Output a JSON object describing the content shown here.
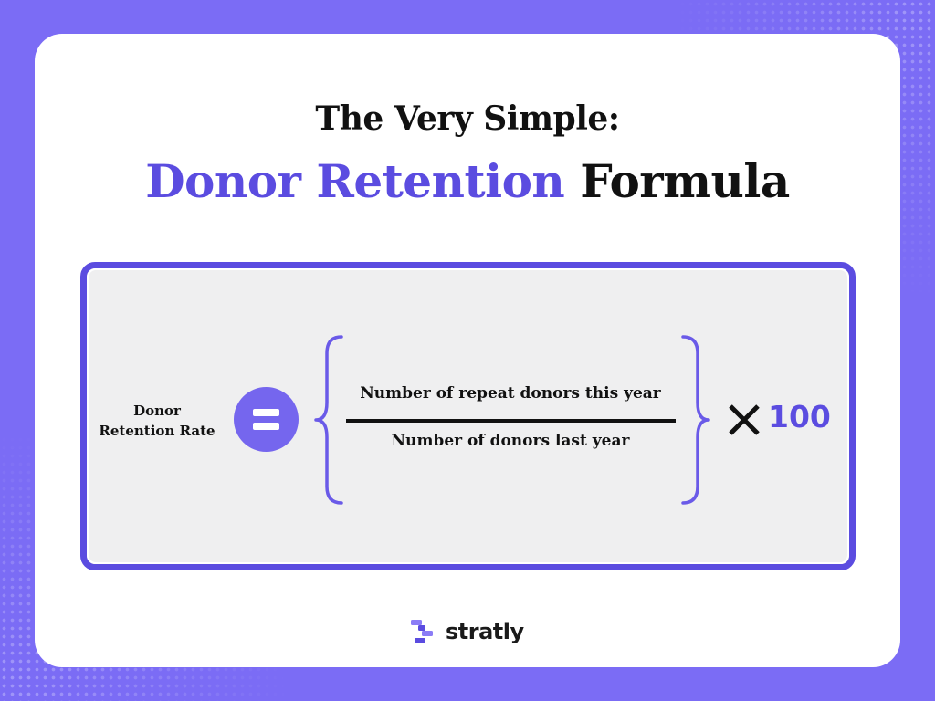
{
  "header": {
    "subtitle": "The Very Simple:",
    "title_accent": "Donor Retention",
    "title_rest": "Formula"
  },
  "formula": {
    "result_label_line1": "Donor",
    "result_label_line2": "Retention Rate",
    "numerator": "Number of repeat donors this year",
    "denominator": "Number of donors last year",
    "multiplier": "100"
  },
  "brand": {
    "name": "stratly"
  },
  "colors": {
    "background": "#7B6CF5",
    "accent": "#5B4CE0",
    "circle": "#7566EE",
    "panel": "#EFEFF0",
    "text": "#111111"
  },
  "icons": {
    "equals": "equals-icon",
    "times": "times-icon",
    "logo": "stratly-logo-icon"
  }
}
